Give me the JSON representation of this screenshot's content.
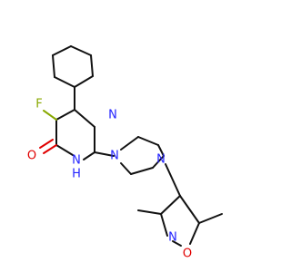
{
  "structure": {
    "atoms": [
      {
        "key": "f",
        "text": "F",
        "color": "#88a800"
      },
      {
        "key": "o",
        "text": "O",
        "color": "#e00000"
      },
      {
        "key": "nh",
        "text": "N",
        "color": "#2323ff"
      },
      {
        "key": "h",
        "text": "H",
        "color": "#2323ff"
      },
      {
        "key": "n_pyrim",
        "text": "N",
        "color": "#2323ff"
      },
      {
        "key": "n_pip_left",
        "text": "N",
        "color": "#2323ff"
      },
      {
        "key": "n_pip_right",
        "text": "N",
        "color": "#2323ff"
      },
      {
        "key": "n_isox",
        "text": "N",
        "color": "#2323ff"
      },
      {
        "key": "o_isox",
        "text": "O",
        "color": "#e00000"
      }
    ]
  }
}
